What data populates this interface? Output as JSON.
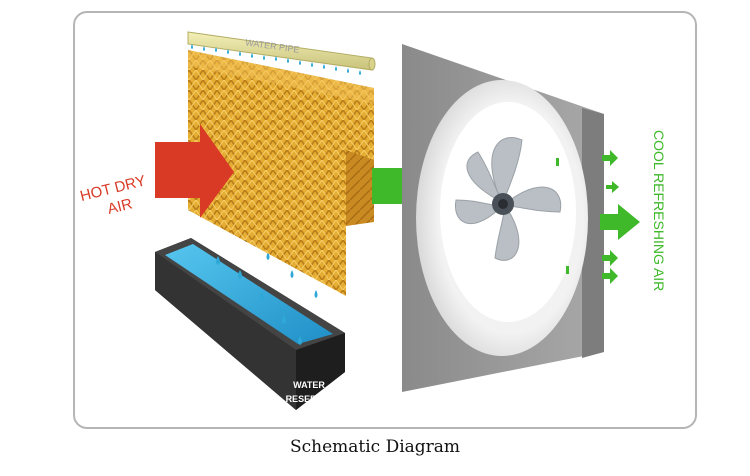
{
  "caption": "Schematic Diagram",
  "labels": {
    "water_pipe": "WATER PIPE",
    "hot_dry_air_line1": "HOT DRY",
    "hot_dry_air_line2": "AIR",
    "reservoir_line1": "WATER",
    "reservoir_line2": "RESERVOIR",
    "cool_air": "COOL REFRESHING AIR"
  },
  "colors": {
    "hot_air": "#d93a26",
    "cool_air": "#3fb82a",
    "pad": "#e9b43a",
    "water": "#2fa8d8",
    "fan_housing": "#9d9d9d",
    "frame_border": "#b5b5b5"
  }
}
